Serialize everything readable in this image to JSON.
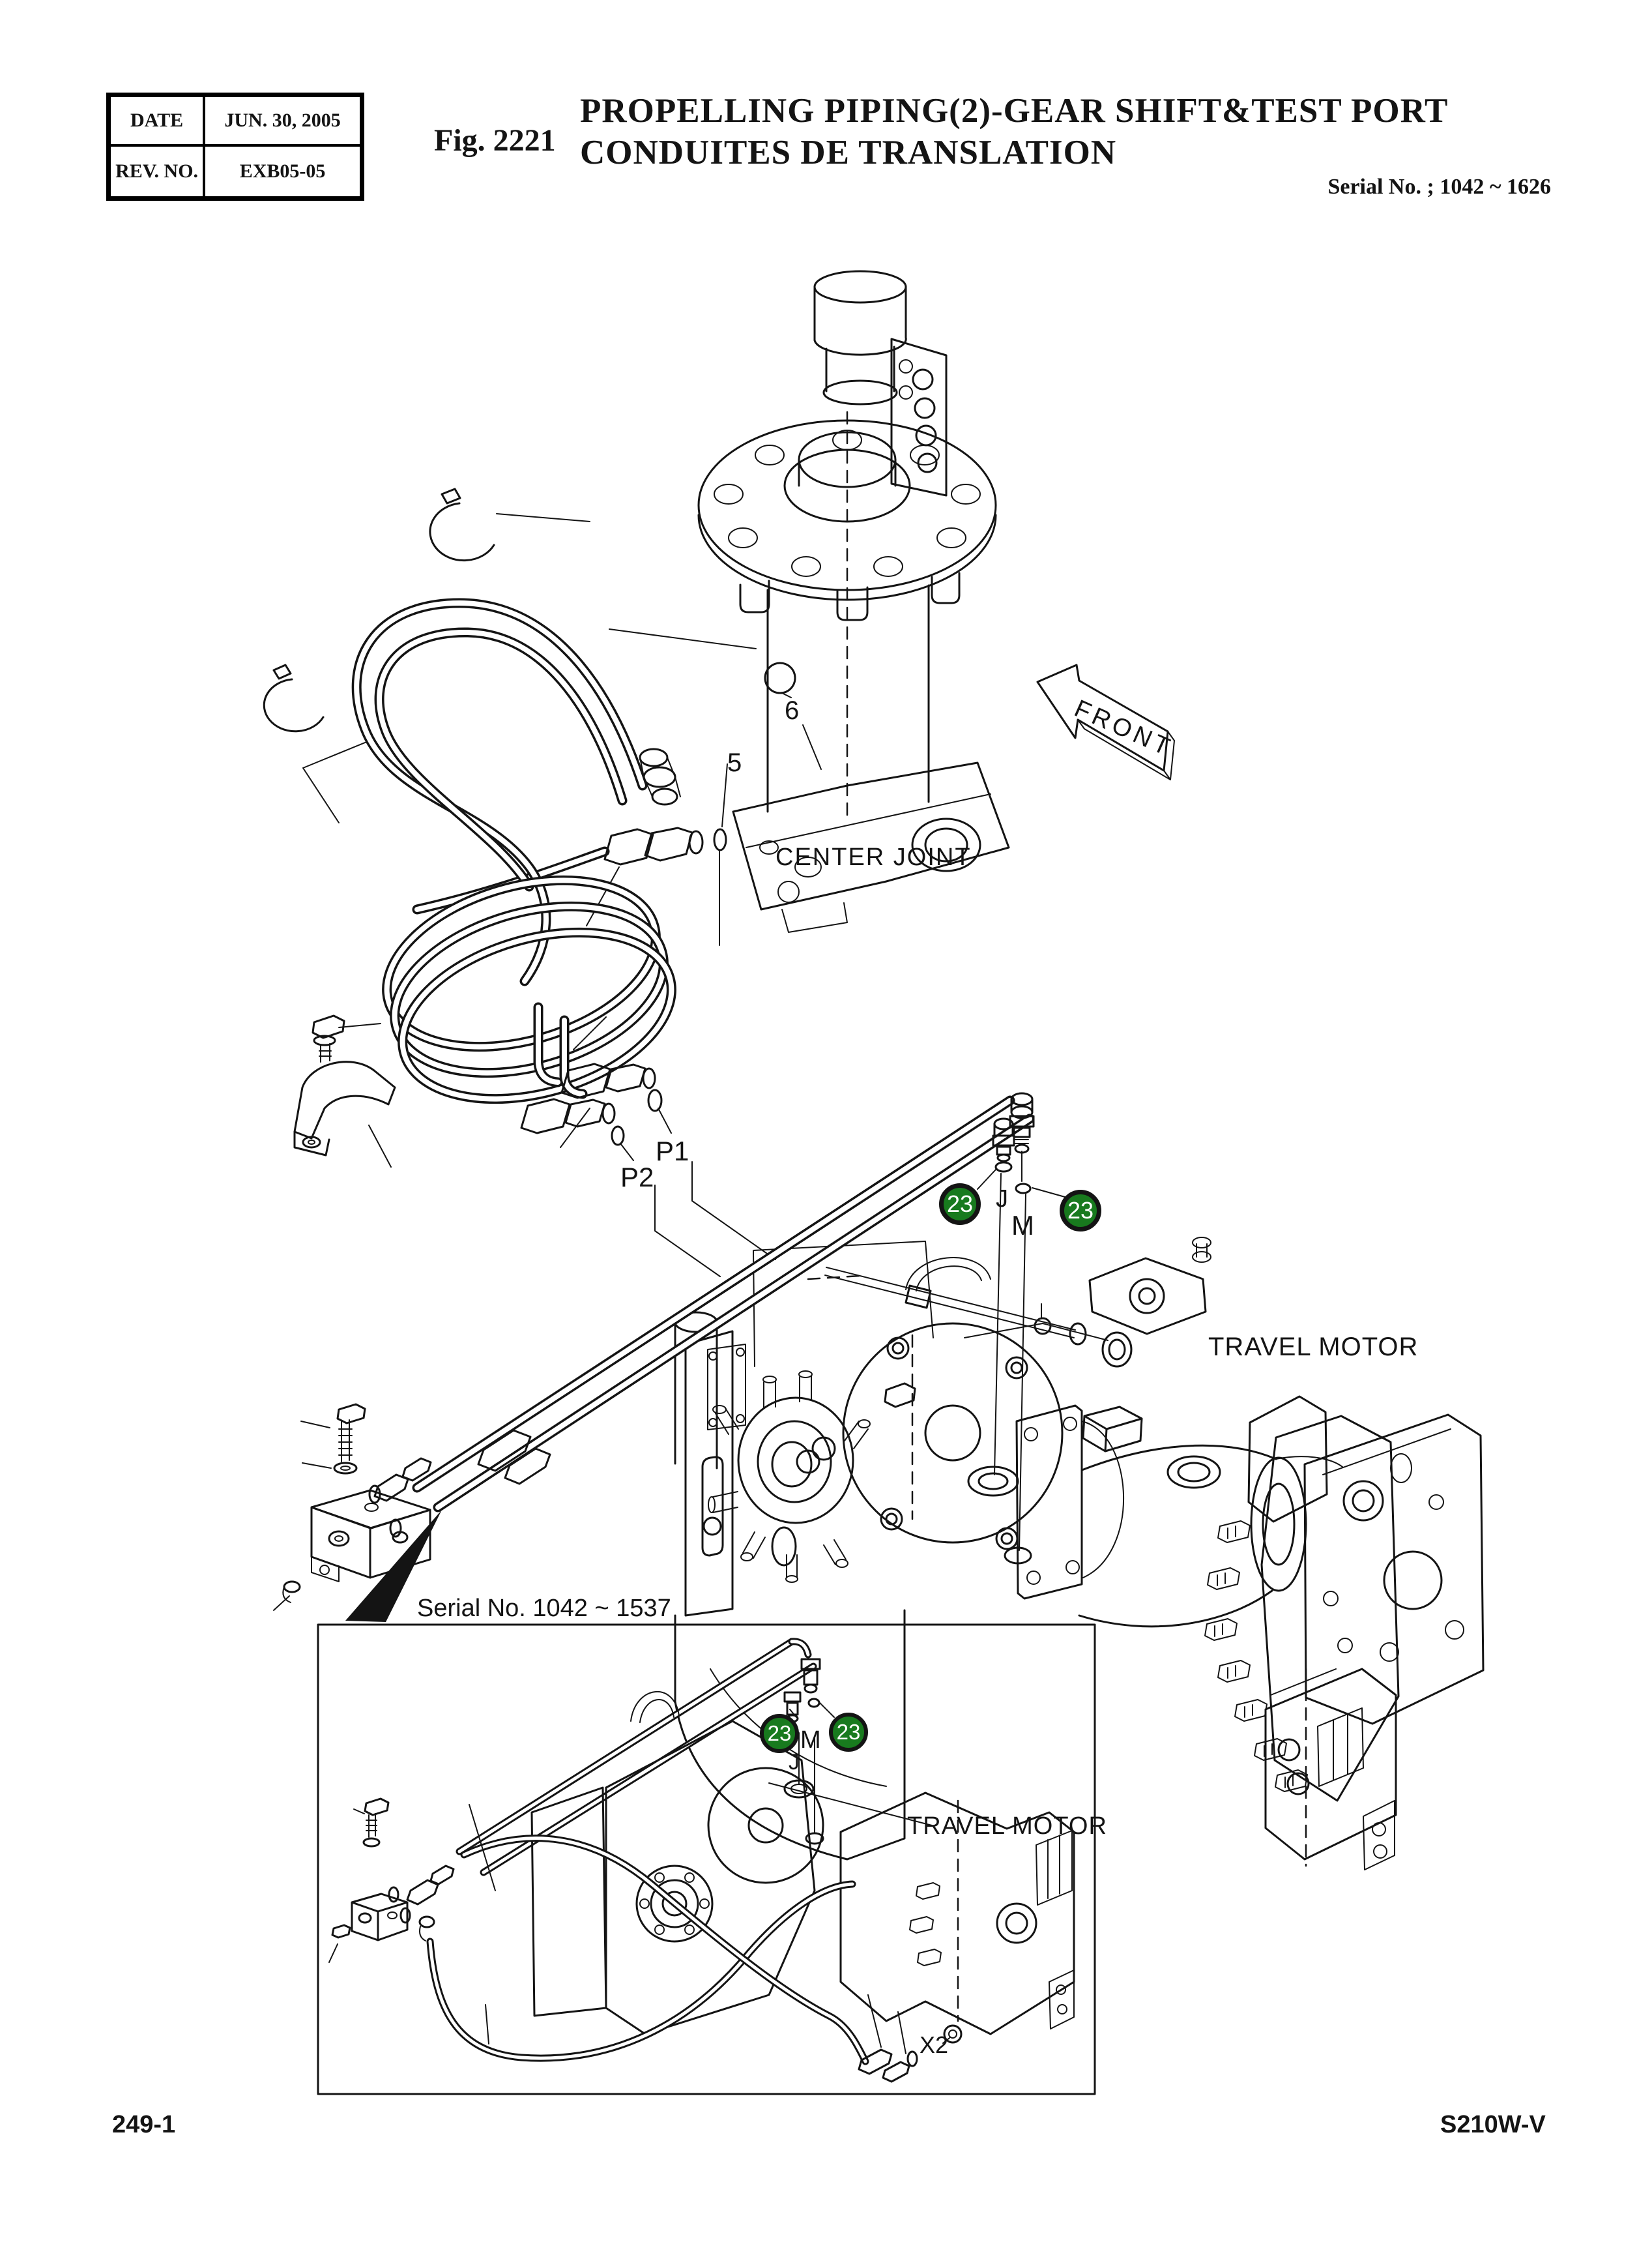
{
  "header": {
    "table": {
      "rows": [
        {
          "label": "DATE",
          "value": "JUN. 30, 2005"
        },
        {
          "label": "REV. NO.",
          "value": "EXB05-05"
        }
      ]
    },
    "fig_label": "Fig. 2221",
    "title_line1": "PROPELLING PIPING(2)-GEAR SHIFT&TEST PORT",
    "title_line2": "CONDUITES DE TRANSLATION",
    "serial_note": "Serial No. ; 1042 ~ 1626"
  },
  "diagram": {
    "front_arrow_label": "FRONT",
    "center_joint_label": "CENTER JOINT",
    "travel_motor_label": "TRAVEL MOTOR",
    "callouts": {
      "c5": "5",
      "c6": "6",
      "p1": "P1",
      "p2": "P2",
      "j": "J",
      "m": "M",
      "x2": "X2"
    },
    "part_badge": {
      "label": "23",
      "fill_color": "#187a1e",
      "text_color": "#ffffff"
    },
    "inset": {
      "serial_note": "Serial No. 1042 ~ 1537",
      "travel_motor_label": "TRAVEL MOTOR"
    },
    "line_color": "#141414"
  },
  "footer": {
    "page_number": "249-1",
    "model_code": "S210W-V"
  }
}
